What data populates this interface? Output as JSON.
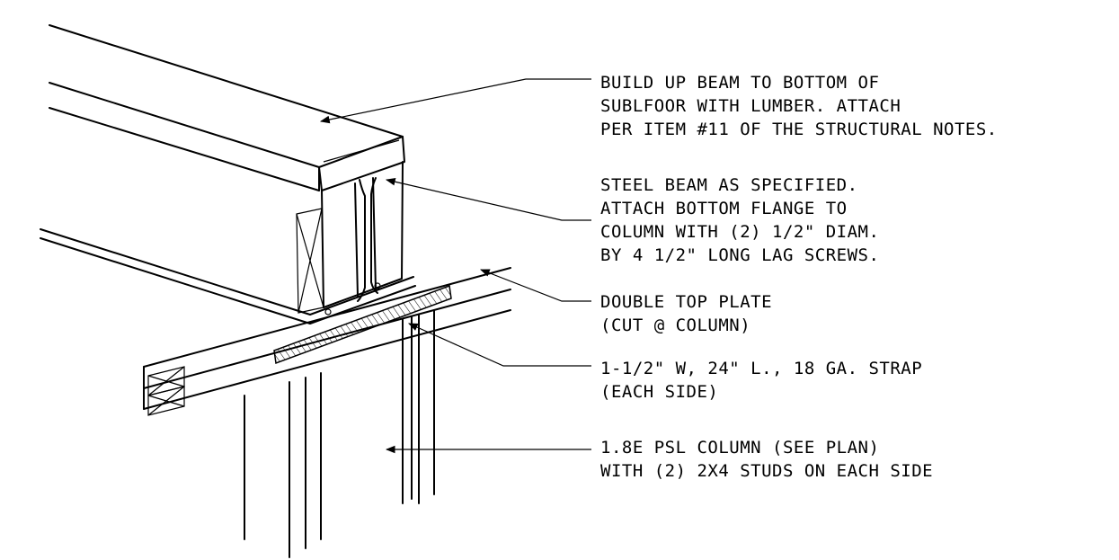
{
  "notes": {
    "beam_buildup": [
      "BUILD UP BEAM TO BOTTOM OF",
      "SUBLFOOR WITH LUMBER.  ATTACH",
      "PER ITEM #11 OF THE STRUCTURAL NOTES."
    ],
    "steel_beam": [
      "STEEL BEAM AS SPECIFIED.",
      "ATTACH BOTTOM FLANGE TO",
      "COLUMN WITH (2) 1/2\" DIAM.",
      "BY 4 1/2\" LONG LAG SCREWS."
    ],
    "top_plate": [
      "DOUBLE TOP PLATE",
      "(CUT @ COLUMN)"
    ],
    "strap": [
      "1-1/2\" W, 24\" L., 18 GA. STRAP",
      "(EACH SIDE)"
    ],
    "column": [
      "1.8E PSL COLUMN (SEE PLAN)",
      "WITH (2) 2X4 STUDS ON EACH SIDE"
    ]
  }
}
